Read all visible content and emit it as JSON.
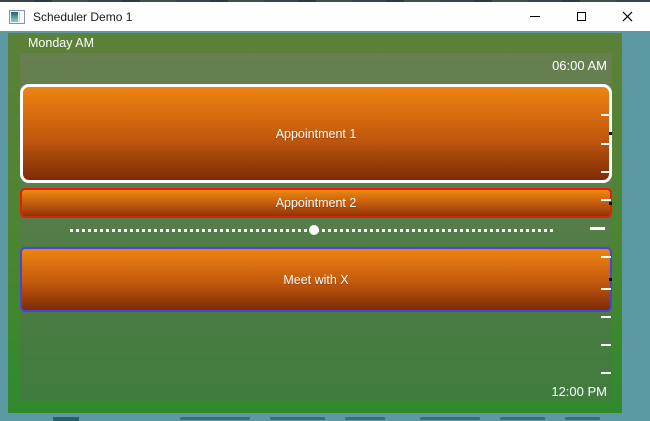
{
  "window": {
    "title": "Scheduler Demo 1",
    "icons": {
      "app": "app-window-icon",
      "minimize": "minimize-icon",
      "maximize": "maximize-icon",
      "close": "close-icon"
    }
  },
  "scheduler": {
    "day_header": "Monday AM",
    "start_time": "06:00 AM",
    "end_time": "12:00 PM",
    "appointments": [
      {
        "label": "Appointment 1",
        "border_color": "#FFFFFF"
      },
      {
        "label": "Appointment 2",
        "border_color": "#E2200A"
      },
      {
        "label": "Meet with X",
        "border_color": "#4645D8"
      }
    ],
    "colors": {
      "desktop_teal": "#5C99A2",
      "panel_green_top": "#5C8138",
      "panel_green_bottom": "#2E8A2C",
      "day_area_top": "#687F51",
      "day_area_bottom": "#3F7C3E",
      "appointment_gradient_top": "#EE8410",
      "appointment_gradient_bottom": "#7E2B07",
      "tick_color": "#FFFFFF",
      "text_color": "#FFFFFF"
    }
  }
}
